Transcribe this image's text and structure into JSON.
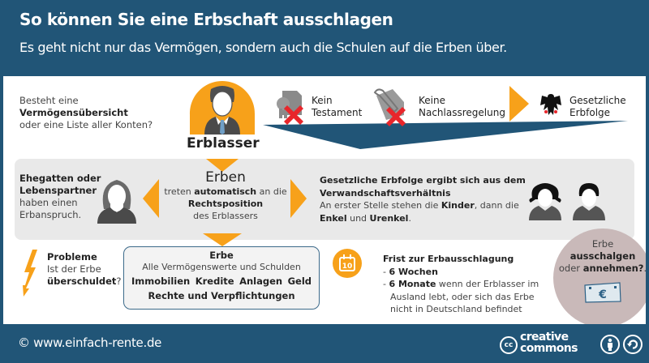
{
  "header": {
    "title": "So können Sie eine Erbschaft ausschlagen",
    "subtitle": "Es geht nicht nur das Vermögen, sondern auch die Schulen auf die Erben über."
  },
  "top_row": {
    "question": {
      "line1": "Besteht eine",
      "line2_bold": "Vermögensübersicht",
      "line3": "oder eine Liste aller Konten?"
    },
    "erblasser_label": "Erblasser",
    "kein_testament": {
      "line1": "Kein",
      "line2": "Testament",
      "icon": "certificate-crossed-icon"
    },
    "keine_nachlassregelung": {
      "line1": "Keine",
      "line2": "Nachlassregelung",
      "icon": "document-pen-crossed-icon"
    },
    "gesetzliche_erbfolge": {
      "line1": "Gesetzliche",
      "line2": "Erbfolge",
      "icon": "federal-eagle-icon"
    }
  },
  "middle_row": {
    "spouse": {
      "line1_bold": "Ehegatten oder",
      "line2_bold": "Lebenspartner",
      "line3": "haben einen",
      "line4": "Erbanspruch."
    },
    "erben": {
      "title": "Erben",
      "line1_pre": "treten ",
      "line1_bold": "automatisch",
      "line1_post": " an die",
      "line2_bold": "Rechtsposition",
      "line3": "des Erblassers"
    },
    "legal_succession": {
      "line1_bold": "Gesetzliche Erbfolge ergibt sich aus dem",
      "line2_bold": "Verwandschaftsverhältnis",
      "line3_pre": "An erster Stelle stehen die ",
      "line3_bold": "Kinder",
      "line3_post": ", dann die",
      "line4_bold1": "Enkel",
      "line4_mid": " und ",
      "line4_bold2": "Urenkel",
      "line4_post": "."
    }
  },
  "bottom_row": {
    "problems": {
      "title": "Probleme",
      "line2": "Ist der Erbe",
      "line3_bold": "überschuldet",
      "line3_post": "?"
    },
    "erbe_box": {
      "title": "Erbe",
      "subtitle": "Alle Vermögenswerte und Schulden",
      "items": [
        "Immobilien",
        "Kredite",
        "Anlagen",
        "Geld"
      ],
      "last_line": "Rechte und Verpflichtungen"
    },
    "deadline": {
      "calendar_number": "10",
      "title": "Frist zur Erbausschlagung",
      "item1_bold": "6 Wochen",
      "item2_bold": "6 Monate",
      "item2_rest": " wenn der Erblasser im",
      "item2_line2": "Ausland lebt, oder sich das Erbe",
      "item2_line3": "nicht in Deutschland befindet"
    },
    "decision_circle": {
      "line1": "Erbe",
      "line2_bold": "ausschalgen",
      "line3_pre": "oder ",
      "line3_bold": "annehmen?",
      "line3_post": ".",
      "currency_symbol": "€"
    }
  },
  "footer": {
    "website": "© www.einfach-rente.de",
    "license_word1": "creative",
    "license_word2": "commons",
    "cc_badge": "cc"
  },
  "colors": {
    "brand_blue": "#215577",
    "accent_orange": "#f7a11a",
    "grey_band": "#e9e9e9",
    "cross_red": "#e8262b",
    "circle_mauve": "#c9b9b9"
  }
}
